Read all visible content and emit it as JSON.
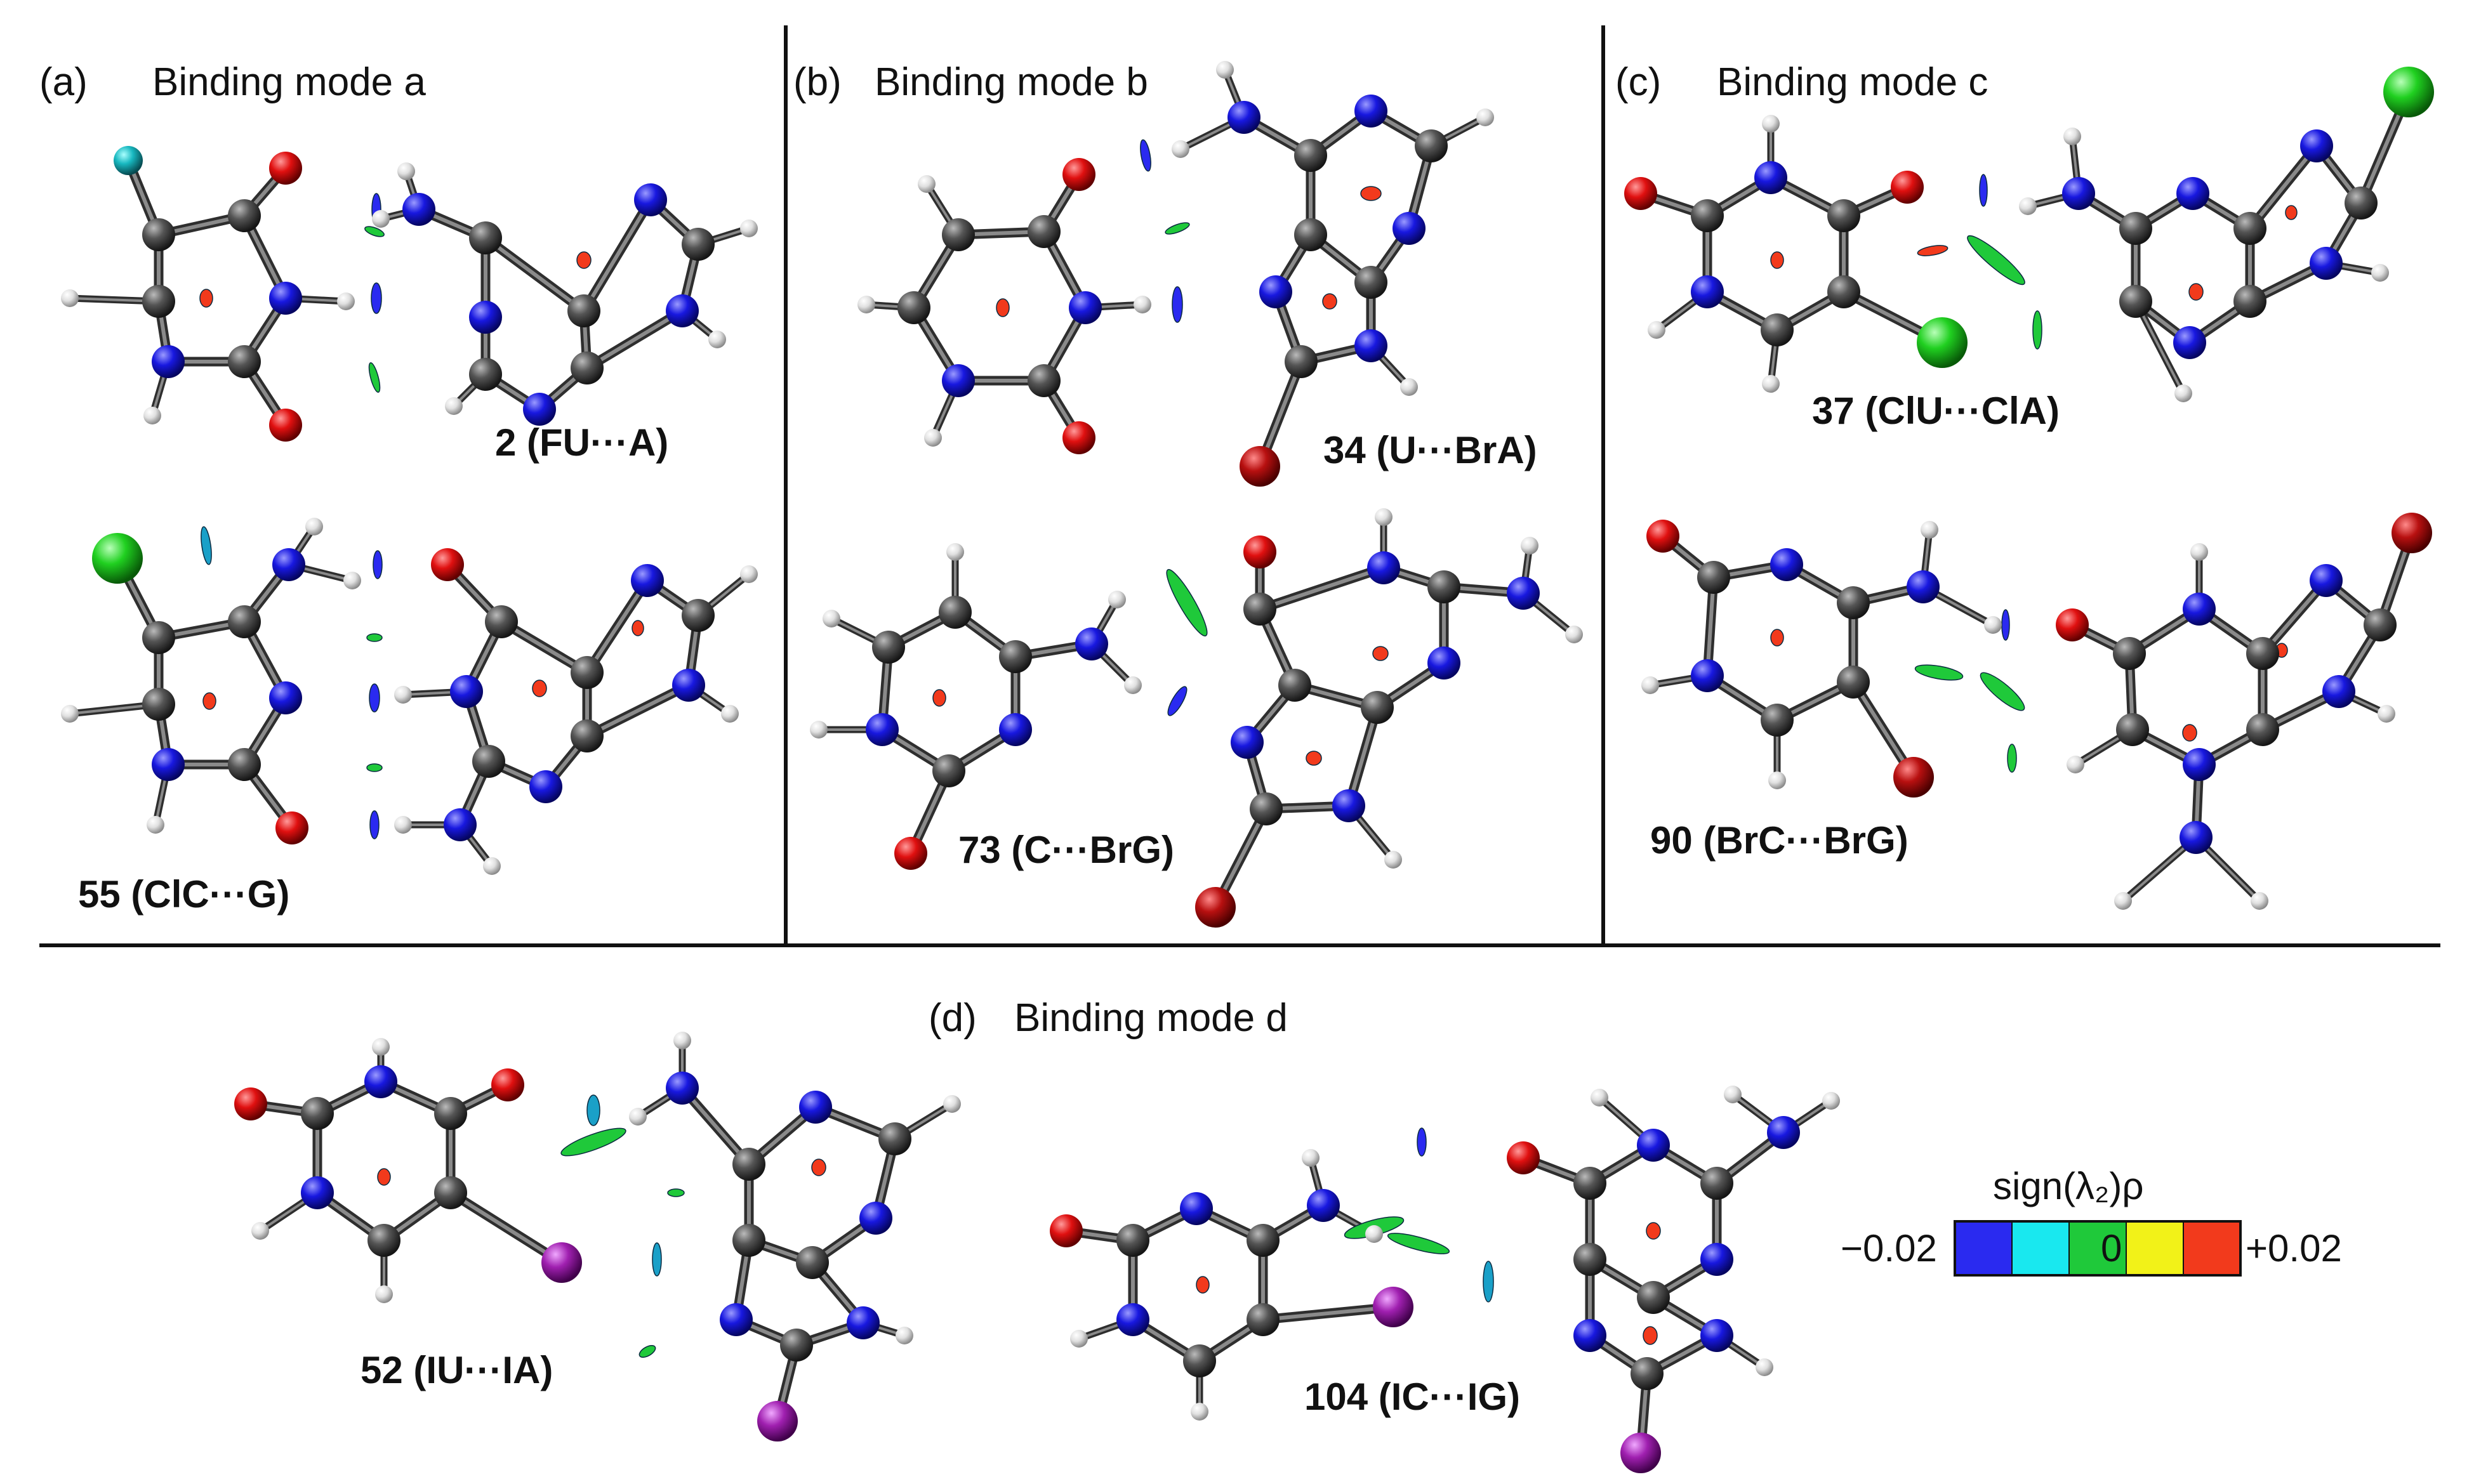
{
  "panels": [
    {
      "letter": "(a)",
      "title": "Binding mode a"
    },
    {
      "letter": "(b)",
      "title": "Binding mode b"
    },
    {
      "letter": "(c)",
      "title": "Binding mode c"
    },
    {
      "letter": "(d)",
      "title": "Binding mode d"
    }
  ],
  "captions": {
    "a_top_num": "2",
    "a_top_pair": "(FU···A)",
    "a_bot_num": "55",
    "a_bot_pair": "(ClC···G)",
    "b_top_num": "34",
    "b_top_pair": "(U···BrA)",
    "b_bot_num": "73",
    "b_bot_pair": "(C···BrG)",
    "c_top_num": "37",
    "c_top_pair": "(ClU···ClA)",
    "c_bot_num": "90",
    "c_bot_pair": "(BrC···BrG)",
    "d_left_num": "52",
    "d_left_pair": "(IU···IA)",
    "d_right_num": "104",
    "d_right_pair": "(IC···IG)"
  },
  "colorbar": {
    "title": "sign(λ₂)ρ",
    "min_label": "−0.02",
    "mid_label": "0",
    "max_label": "+0.02",
    "colors": [
      "#2a2af0",
      "#19e8ef",
      "#1fc93a",
      "#f2f218",
      "#f23a1c"
    ]
  },
  "atom_colors": {
    "C": "#4a4a4a",
    "N": "#1f1fe0",
    "O": "#e01414",
    "H": "#eaeaea",
    "F": "#20c0c8",
    "Cl": "#22d022",
    "Br": "#b81010",
    "I": "#a020b0"
  }
}
